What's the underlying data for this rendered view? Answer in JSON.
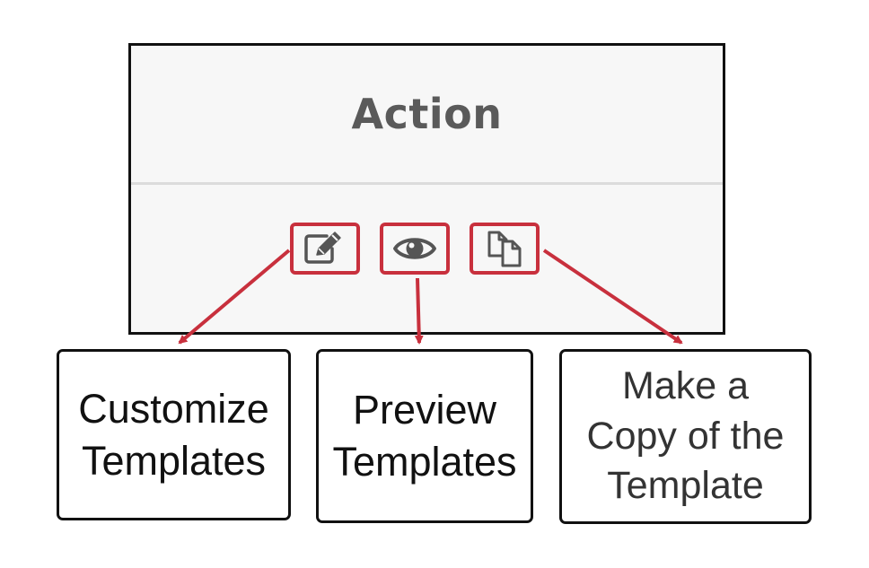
{
  "panel": {
    "header_label": "Action",
    "actions": [
      {
        "icon": "edit-icon"
      },
      {
        "icon": "eye-icon"
      },
      {
        "icon": "copy-icon"
      }
    ]
  },
  "callouts": [
    {
      "label": "Customize\nTemplates"
    },
    {
      "label": "Preview\nTemplates"
    },
    {
      "label": "Make a\nCopy of the\nTemplate"
    }
  ],
  "colors": {
    "highlight": "#c8303d",
    "panel_background": "#f7f7f7",
    "header_text": "#5a5a5a",
    "icon_gray": "#555555"
  }
}
